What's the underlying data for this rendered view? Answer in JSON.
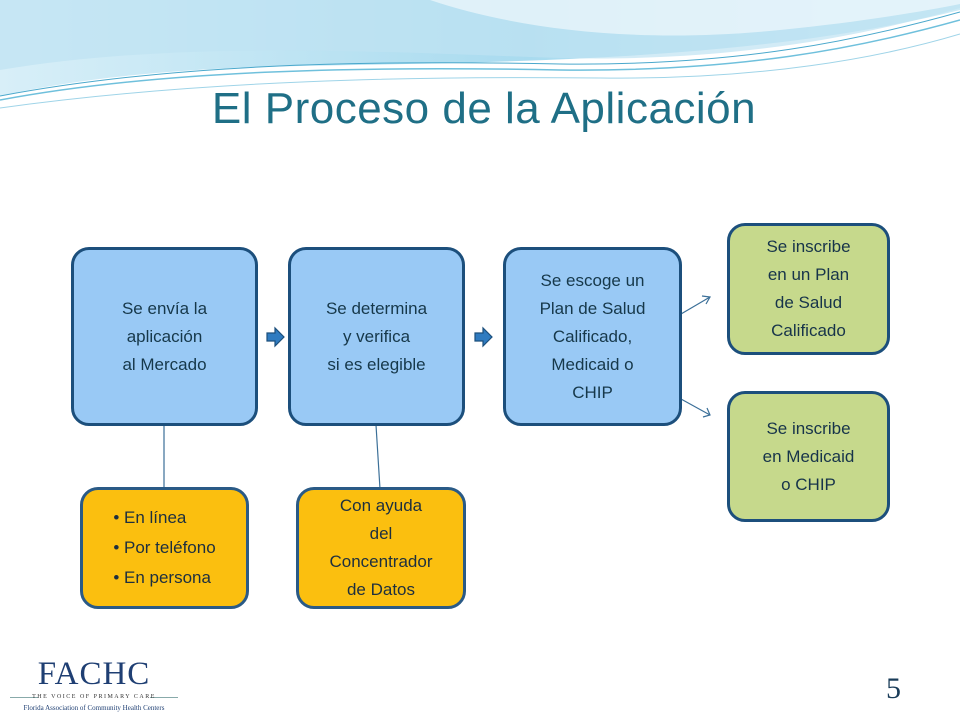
{
  "title": "El Proceso de la Aplicación",
  "colors": {
    "title": "#1f6f86",
    "blue_box": "#99c9f5",
    "green_box": "#c6d98c",
    "gold_box": "#fbbf0f",
    "border": "#1c4f7c",
    "wave_light": "#bfe3f2",
    "wave_mid": "#6fc0dc"
  },
  "steps": [
    {
      "text": "Se envía la\naplicación\nal Mercado"
    },
    {
      "text": "Se determina\ny verifica\nsi es elegible"
    },
    {
      "text": "Se escoge un\nPlan de Salud\nCalificado,\nMedicaid o\nCHIP"
    }
  ],
  "outcomes": [
    {
      "text": "Se inscribe\nen un Plan\nde Salud\nCalificado"
    },
    {
      "text": "Se inscribe\nen Medicaid\no CHIP"
    }
  ],
  "notes": {
    "methods": [
      "En línea",
      "Por teléfono",
      "En persona"
    ],
    "help": "Con ayuda\ndel\nConcentrador\nde Datos"
  },
  "logo": {
    "name": "FACHC",
    "tagline": "THE VOICE OF PRIMARY CARE",
    "full_name": "Florida Association of Community Health Centers"
  },
  "page_number": "5"
}
